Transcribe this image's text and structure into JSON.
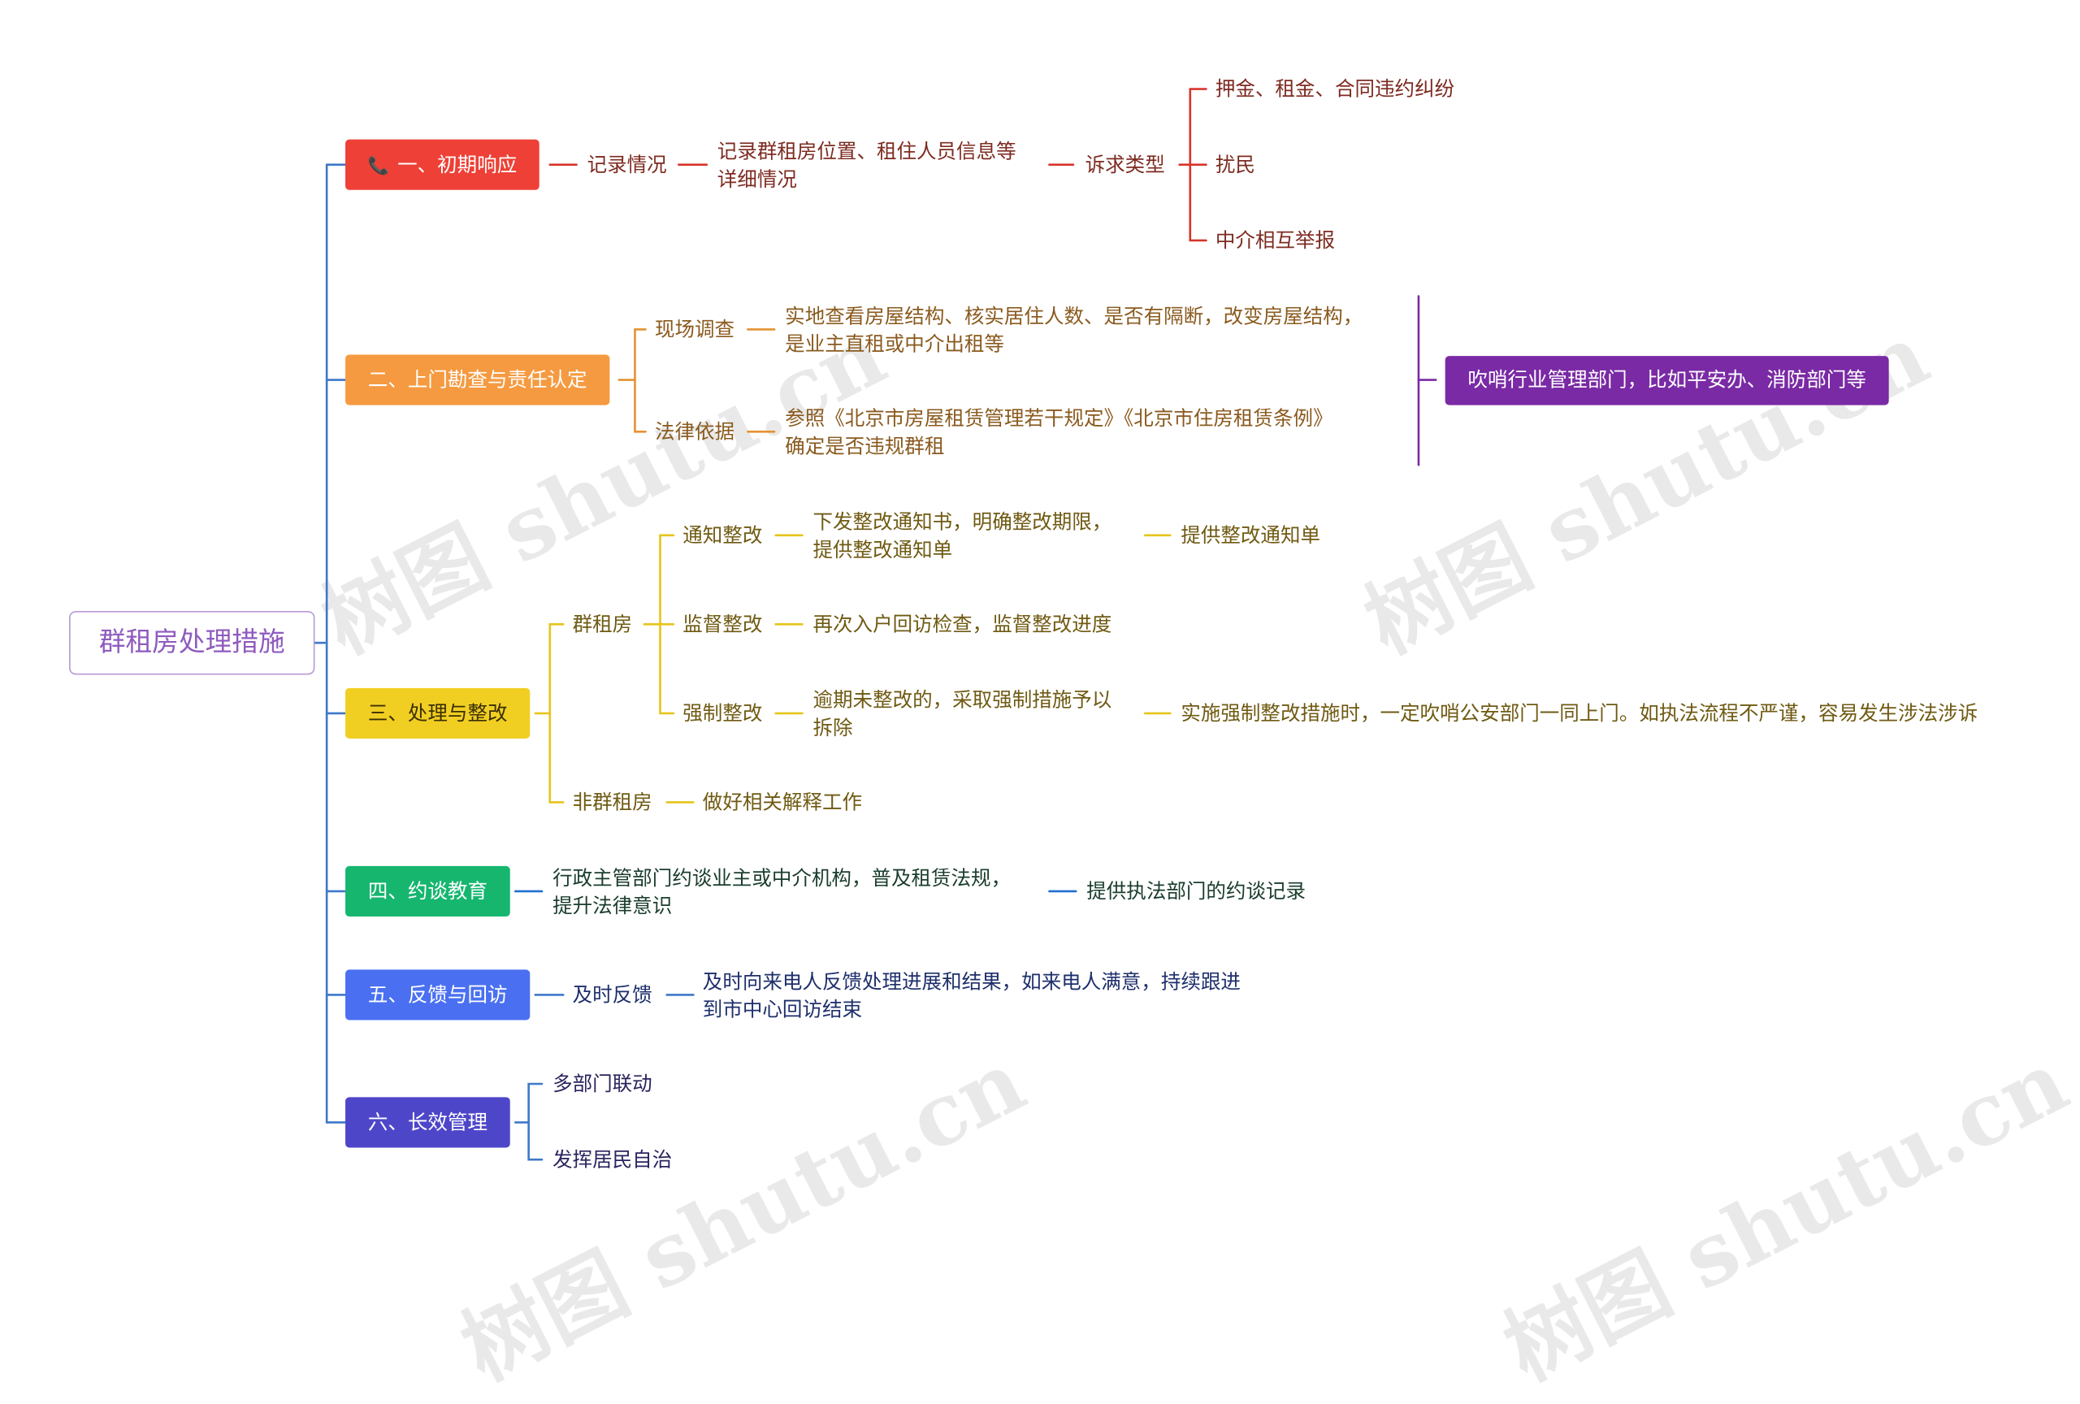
{
  "watermark": "树图 shutu.cn",
  "colors": {
    "root_border": "#b79ad6",
    "root_text": "#8e5bbf",
    "trunk": "#3e78c9",
    "b1": "#ee4036",
    "b2": "#f59a40",
    "b3": "#f1cf22",
    "b4": "#16b66f",
    "b5": "#4a70f1",
    "b6": "#4e46c9",
    "summary": "#7a2aa5",
    "line_red": "#d7352b",
    "line_orange": "#e49232",
    "line_yellow": "#e6c51b",
    "line_blue": "#3e78c9",
    "line_purple": "#7a2aa5"
  },
  "root": {
    "label": "群租房处理措施"
  },
  "b1": {
    "icon": "phone-icon",
    "icon_glyph": "📞",
    "label": "一、初期响应",
    "record": "记录情况",
    "detail_l1": "记录群租房位置、租住人员信息等",
    "detail_l2": "详细情况",
    "type": "诉求类型",
    "types": [
      "押金、租金、合同违约纠纷",
      "扰民",
      "中介相互举报"
    ]
  },
  "b2": {
    "label": "二、上门勘查与责任认定",
    "site": "现场调查",
    "site_l1": "实地查看房屋结构、核实居住人数、是否有隔断，改变房屋结构，",
    "site_l2": "是业主直租或中介出租等",
    "law": "法律依据",
    "law_l1": "参照《北京市房屋租赁管理若干规定》《北京市住房租赁条例》",
    "law_l2": "确定是否违规群租",
    "summary": "吹哨行业管理部门，比如平安办、消防部门等"
  },
  "b3": {
    "label": "三、处理与整改",
    "group": "群租房",
    "notice": "通知整改",
    "notice_l1": "下发整改通知书，明确整改期限，",
    "notice_l2": "提供整改通知单",
    "notice_out": "提供整改通知单",
    "supervise": "监督整改",
    "supervise_detail": "再次入户回访检查，监督整改进度",
    "force": "强制整改",
    "force_l1": "逾期未整改的，采取强制措施予以",
    "force_l2": "拆除",
    "force_out": "实施强制整改措施时，一定吹哨公安部门一同上门。如执法流程不严谨，容易发生涉法涉诉",
    "non_group": "非群租房",
    "non_group_detail": "做好相关解释工作"
  },
  "b4": {
    "label": "四、约谈教育",
    "detail_l1": "行政主管部门约谈业主或中介机构，普及租赁法规，",
    "detail_l2": "提升法律意识",
    "out": "提供执法部门的约谈记录"
  },
  "b5": {
    "label": "五、反馈与回访",
    "sub": "及时反馈",
    "detail_l1": "及时向来电人反馈处理进展和结果，如来电人满意，持续跟进",
    "detail_l2": "到市中心回访结束"
  },
  "b6": {
    "label": "六、长效管理",
    "items": [
      "多部门联动",
      "发挥居民自治"
    ]
  }
}
